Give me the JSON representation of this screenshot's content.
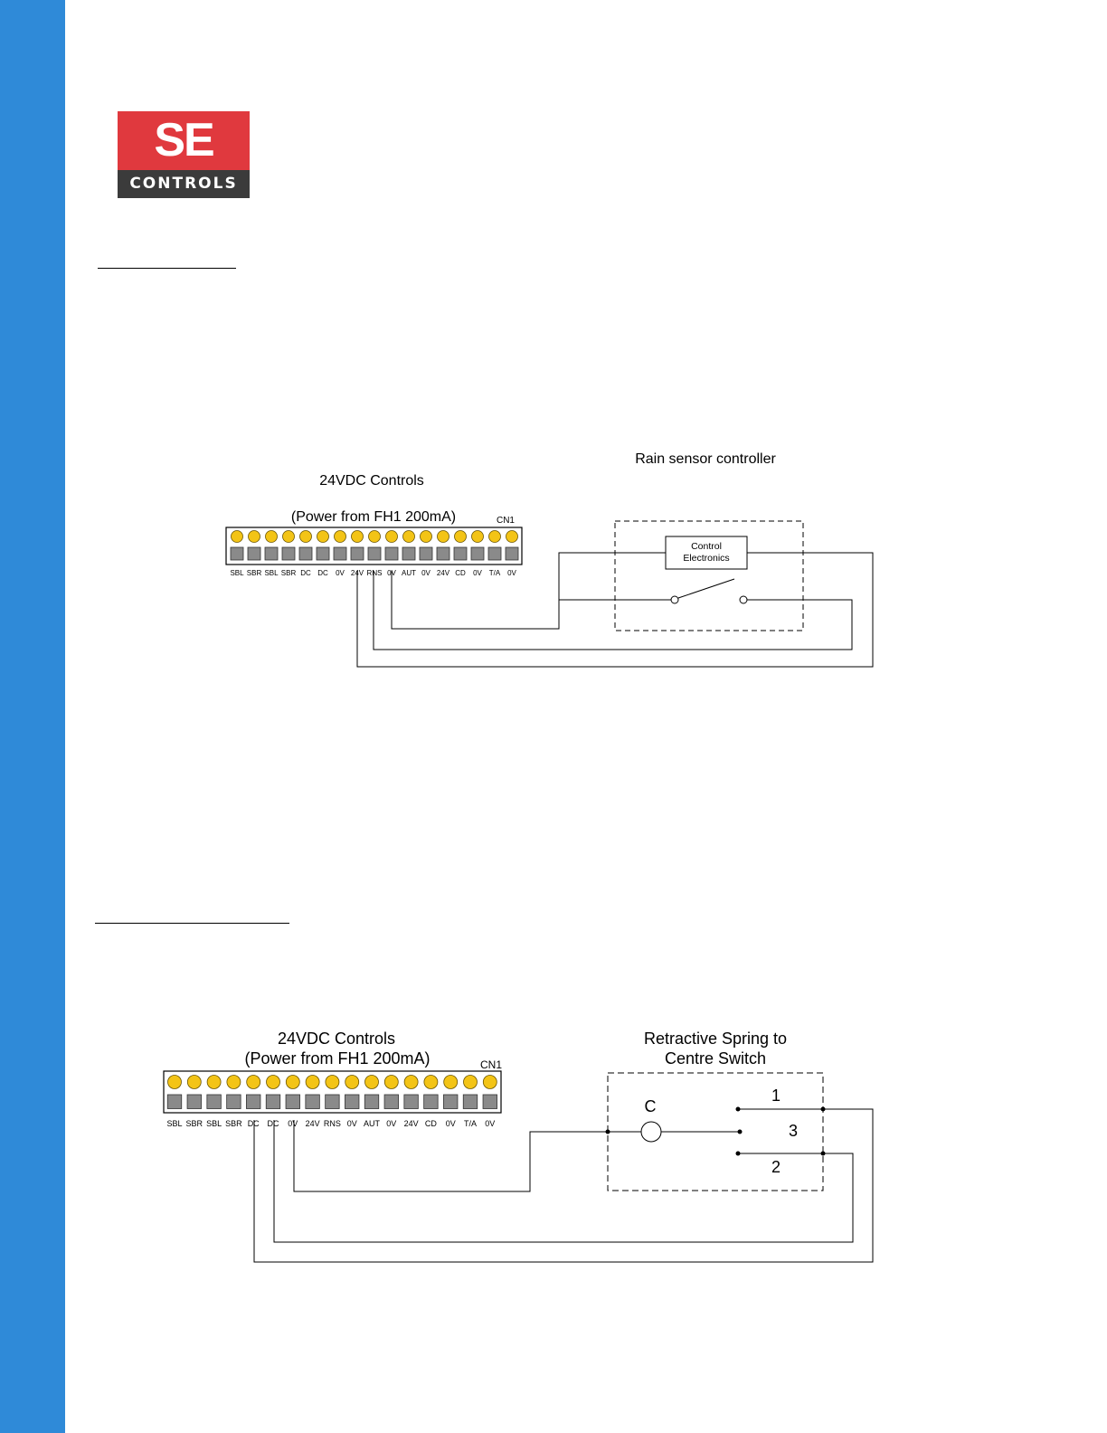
{
  "brand": {
    "logo_top": "SE",
    "logo_bottom": "CONTROLS",
    "sidebar_color": "#2f8ad8",
    "logo_red": "#e0393e",
    "logo_dark": "#3b3b3b",
    "terminal_yellow": "#f3c416",
    "terminal_gray": "#8a8a8a"
  },
  "diagram1": {
    "title": "24VDC Controls",
    "subtitle": "(Power from FH1 200mA)",
    "connector": "CN1",
    "terminals": [
      "SBL",
      "SBR",
      "SBL",
      "SBR",
      "DC",
      "DC",
      "0V",
      "24V",
      "RNS",
      "0V",
      "AUT",
      "0V",
      "24V",
      "CD",
      "0V",
      "T/A",
      "0V"
    ],
    "device_title": "Rain sensor controller",
    "box_line1": "Control",
    "box_line2": "Electronics"
  },
  "diagram2": {
    "title": "24VDC Controls",
    "subtitle": "(Power from FH1 200mA)",
    "connector": "CN1",
    "terminals": [
      "SBL",
      "SBR",
      "SBL",
      "SBR",
      "DC",
      "DC",
      "0V",
      "24V",
      "RNS",
      "0V",
      "AUT",
      "0V",
      "24V",
      "CD",
      "0V",
      "T/A",
      "0V"
    ],
    "device_title_line1": "Retractive Spring to",
    "device_title_line2": "Centre Switch",
    "common_label": "C",
    "pos1": "1",
    "pos3": "3",
    "pos2": "2"
  }
}
